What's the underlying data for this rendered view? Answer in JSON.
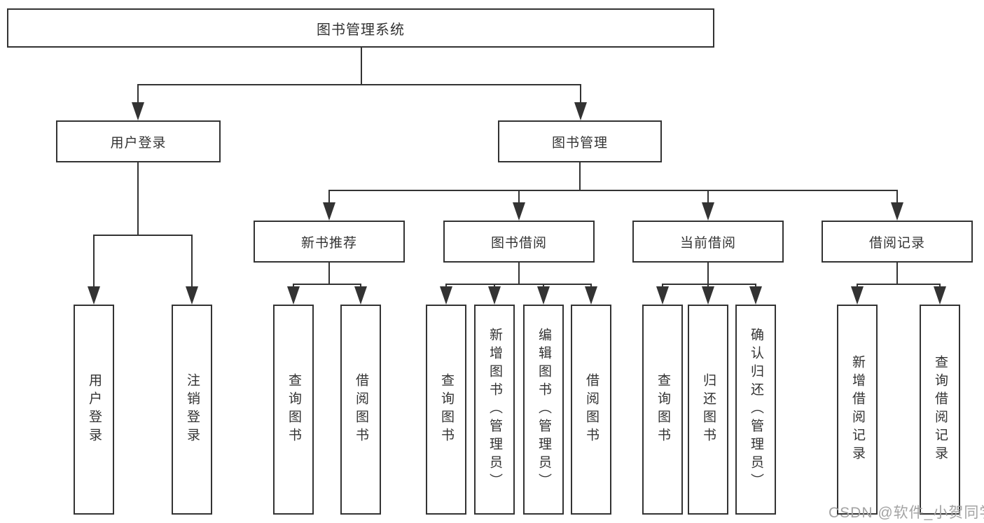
{
  "title": {
    "label": "图书管理系统"
  },
  "branches": {
    "user_login": {
      "label": "用户登录",
      "children": [
        "用户登录",
        "注销登录"
      ]
    },
    "book_mgmt": {
      "label": "图书管理",
      "sections": {
        "new_book_rec": {
          "label": "新书推荐",
          "children": [
            "查询图书",
            "借阅图书"
          ]
        },
        "book_borrow": {
          "label": "图书借阅",
          "children": [
            "查询图书",
            "新增图书（管理员）",
            "编辑图书（管理员）",
            "借阅图书"
          ]
        },
        "current_borrow": {
          "label": "当前借阅",
          "children": [
            "查询图书",
            "归还图书",
            "确认归还（管理员）"
          ]
        },
        "borrow_records": {
          "label": "借阅记录",
          "children": [
            "新增借阅记录",
            "查询借阅记录"
          ]
        }
      }
    }
  },
  "watermark": "CSDN @软件_小贺同学",
  "colors": {
    "line": "#333333",
    "box_border": "#333333",
    "text": "#333333",
    "watermark": "#a3a3a3",
    "background": "#ffffff"
  }
}
